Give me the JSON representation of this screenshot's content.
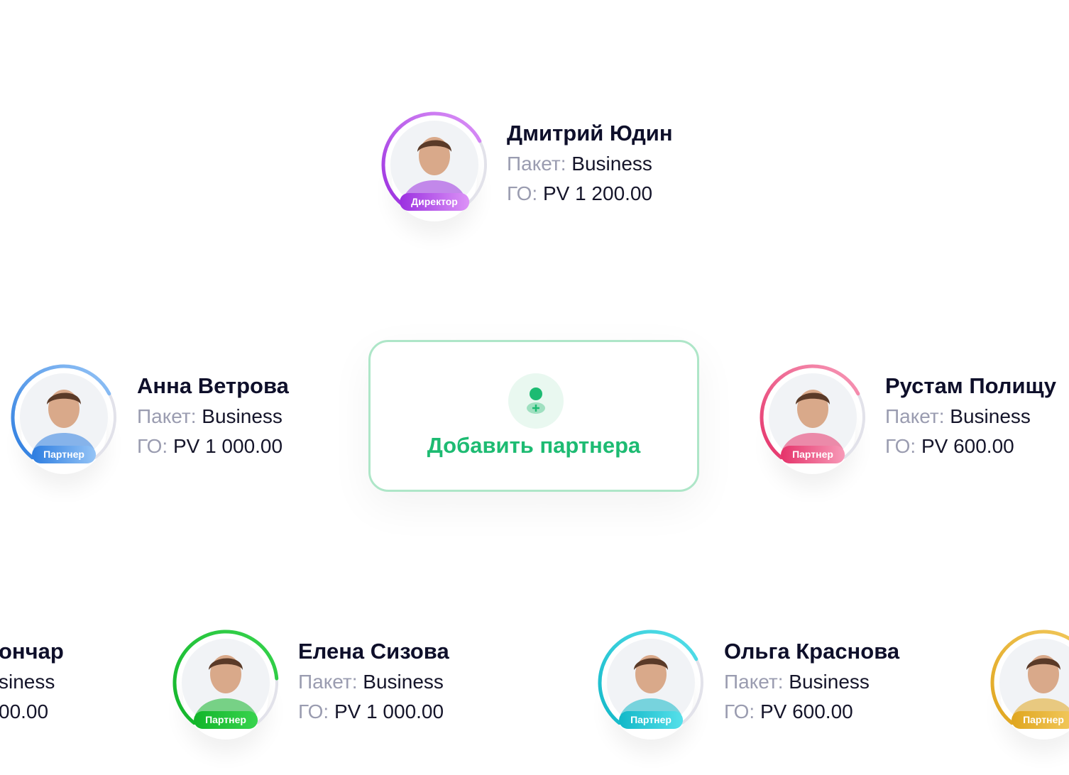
{
  "labels": {
    "package": "Пакет:",
    "go": "ГО:"
  },
  "add_partner": {
    "label": "Добавить партнера",
    "icon": "add-user-icon",
    "color": "#1dbb72"
  },
  "people": [
    {
      "name": "Дмитрий Юдин",
      "package": "Business",
      "go": "PV 1 200.00",
      "role": "Директор",
      "progress": 0.72,
      "colors": [
        "#9b30e0",
        "#dc93f7"
      ]
    },
    {
      "name": "Анна Ветрова",
      "package": "Business",
      "go": "PV 1 000.00",
      "role": "Партнер",
      "progress": 0.72,
      "colors": [
        "#2d7de0",
        "#95c4f6"
      ]
    },
    {
      "name": "Рустам Полищу",
      "package": "Business",
      "go": "PV 600.00",
      "role": "Партнер",
      "progress": 0.72,
      "colors": [
        "#e5336a",
        "#f79ab8"
      ]
    },
    {
      "name": "ончар",
      "package": "siness",
      "go": "00.00",
      "role": "",
      "progress": 0,
      "colors": [
        "#10b82a",
        "#3ad44f"
      ]
    },
    {
      "name": "Елена Сизова",
      "package": "Business",
      "go": "PV 1 000.00",
      "role": "Партнер",
      "progress": 0.8,
      "colors": [
        "#12b52a",
        "#38d44e"
      ]
    },
    {
      "name": "Ольга Краснова",
      "package": "Business",
      "go": "PV 600.00",
      "role": "Партнер",
      "progress": 0.72,
      "colors": [
        "#12b8c8",
        "#56e0ea"
      ]
    },
    {
      "name": "",
      "package": "",
      "go": "",
      "role": "Партнер",
      "progress": 0.75,
      "colors": [
        "#e0a61f",
        "#f2c95e"
      ]
    }
  ]
}
